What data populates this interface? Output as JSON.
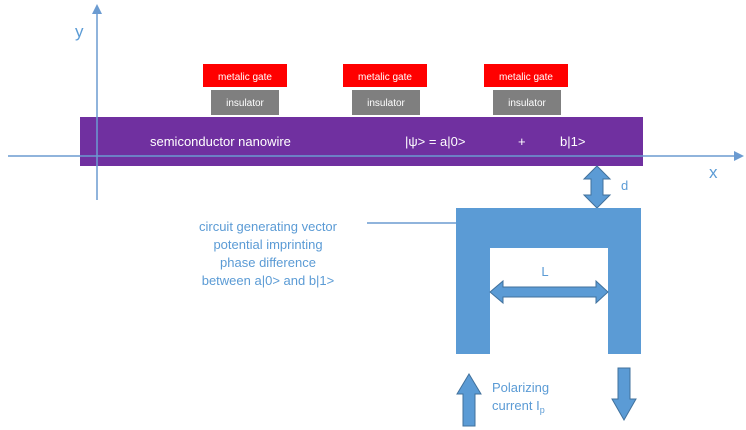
{
  "axes": {
    "x_label": "x",
    "y_label": "y"
  },
  "gates": [
    {
      "gate_label": "metalic gate",
      "insulator_label": "insulator"
    },
    {
      "gate_label": "metalic gate",
      "insulator_label": "insulator"
    },
    {
      "gate_label": "metalic gate",
      "insulator_label": "insulator"
    }
  ],
  "nanowire": {
    "label": "semiconductor nanowire",
    "state": "|ψ> = a|0>",
    "plus": "+",
    "state_b": "b|1>"
  },
  "distance_label": "d",
  "circuit": {
    "description_lines": [
      "circuit generating vector",
      "potential imprinting",
      "phase difference",
      "between a|0> and b|1>"
    ],
    "length_label": "L"
  },
  "current": {
    "line1": "Polarizing",
    "line2": "current I",
    "subscript": "p"
  },
  "colors": {
    "axis": "#6b9bd1",
    "nanowire": "#7030a0",
    "gate": "#ff0000",
    "insulator": "#7f7f7f",
    "circuit": "#5b9bd5",
    "circuit_dark": "#41719c",
    "text_blue": "#5b9bd5",
    "white": "#ffffff"
  }
}
